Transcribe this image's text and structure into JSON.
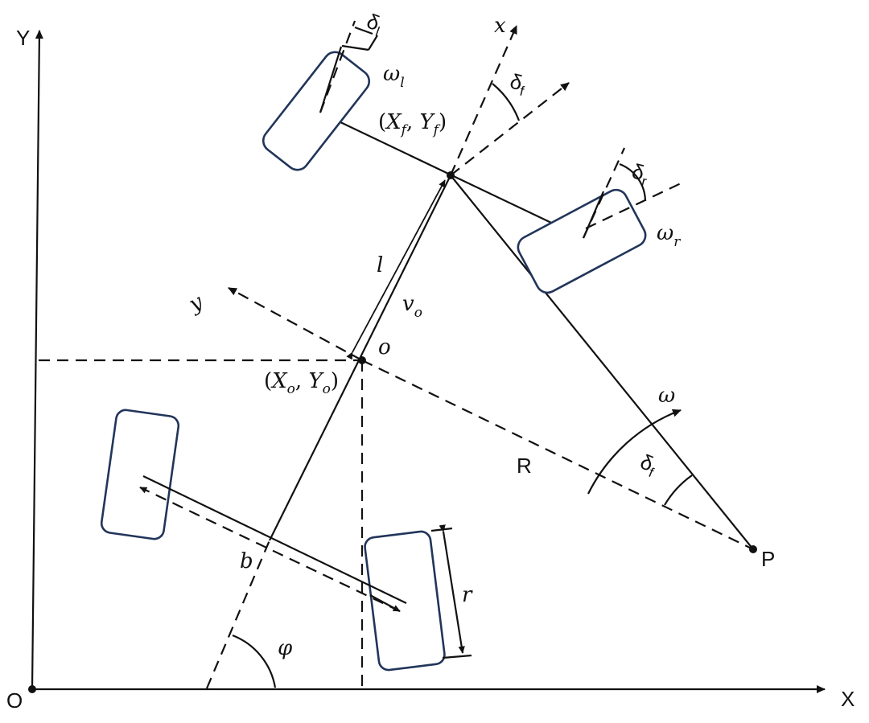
{
  "labels": {
    "axis_y": "Y",
    "axis_x": "X",
    "origin": "O",
    "body_x": "x",
    "body_y": "y",
    "point_p": "P",
    "radius": "R",
    "length": "l",
    "center_o": "o",
    "velocity": "v",
    "velocity_sub": "o",
    "wheel_radius": "r",
    "track_width": "b",
    "heading": "φ",
    "angular_velocity": "ω",
    "omega_l": "ω",
    "omega_l_sub": "l",
    "omega_r": "ω",
    "omega_r_sub": "r",
    "delta": "δ",
    "delta_l_sub": "l",
    "delta_r_sub": "r",
    "delta_f_sub": "f",
    "front_point_open": "(",
    "front_point_x": "X",
    "front_point_x_sub": "f",
    "front_point_sep": ", ",
    "front_point_y": "Y",
    "front_point_y_sub": "f",
    "front_point_close": ")",
    "center_point_open": "(",
    "center_point_x": "X",
    "center_point_x_sub": "o",
    "center_point_sep": ", ",
    "center_point_y": "Y",
    "center_point_y_sub": "o",
    "center_point_close": ")"
  },
  "colors": {
    "line": "#111111",
    "wheel_outline": "#22355a"
  }
}
